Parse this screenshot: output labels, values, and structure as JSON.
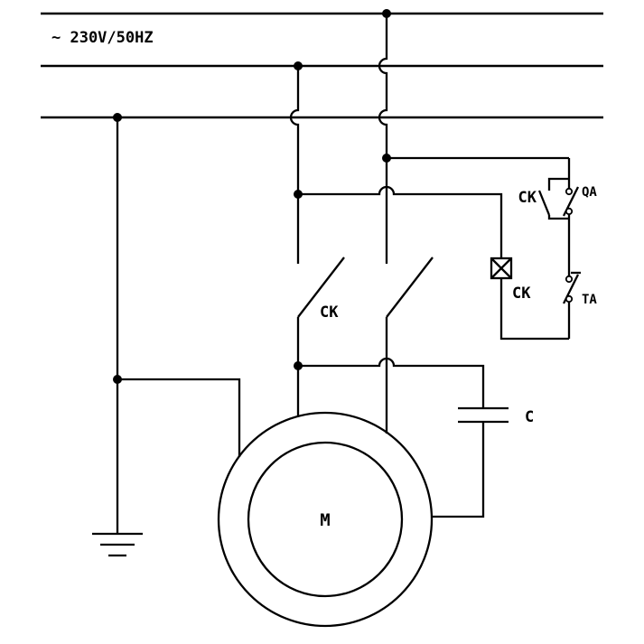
{
  "diagram": {
    "supply_label": "~ 230V/50HZ",
    "labels": {
      "main_contacts": "CK",
      "coil": "CK",
      "aux_contact": "CK",
      "start_button": "QA",
      "stop_button": "TA",
      "capacitor": "C",
      "motor": "M"
    },
    "colors": {
      "line": "#000000",
      "background": "#ffffff"
    }
  }
}
